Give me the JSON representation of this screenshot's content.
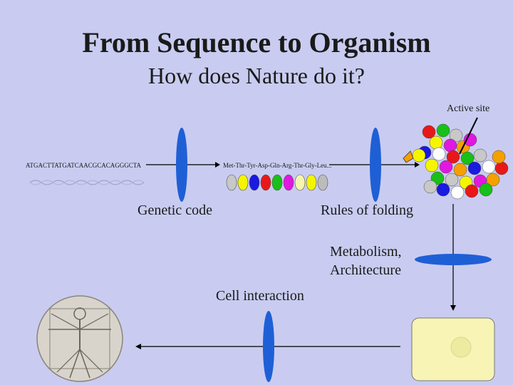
{
  "title": "From Sequence to Organism",
  "subtitle": "How does Nature do it?",
  "labels": {
    "active_site": "Active site",
    "dna_sequence": "ATGACTTATGATCAACGCACAGGGCTA",
    "peptide_sequence": "Met-Thr-Tyr-Asp-Gln-Arg-Thr-Gly-Leu...",
    "genetic_code": "Genetic code",
    "rules_of_folding": "Rules of folding",
    "metabolism_line1": "Metabolism,",
    "metabolism_line2": "Architecture",
    "cell_interaction": "Cell interaction"
  },
  "colors": {
    "background": "#c9ccf0",
    "lens": "#1f5fd6",
    "arrow": "#000000",
    "cell_fill": "#f7f4b5",
    "nucleus_fill": "#eceba0",
    "residues": [
      "#c8c8c8",
      "#f5f500",
      "#1a1ae0",
      "#e81818",
      "#18c018",
      "#e018e0",
      "#f5f5b0",
      "#f5f500",
      "#bcbcbc"
    ],
    "protein_beads": [
      "#e81818",
      "#f5f500",
      "#1a1ae0",
      "#18c018",
      "#e018e0",
      "#ffffff",
      "#c8c8c8",
      "#f5a000"
    ]
  }
}
